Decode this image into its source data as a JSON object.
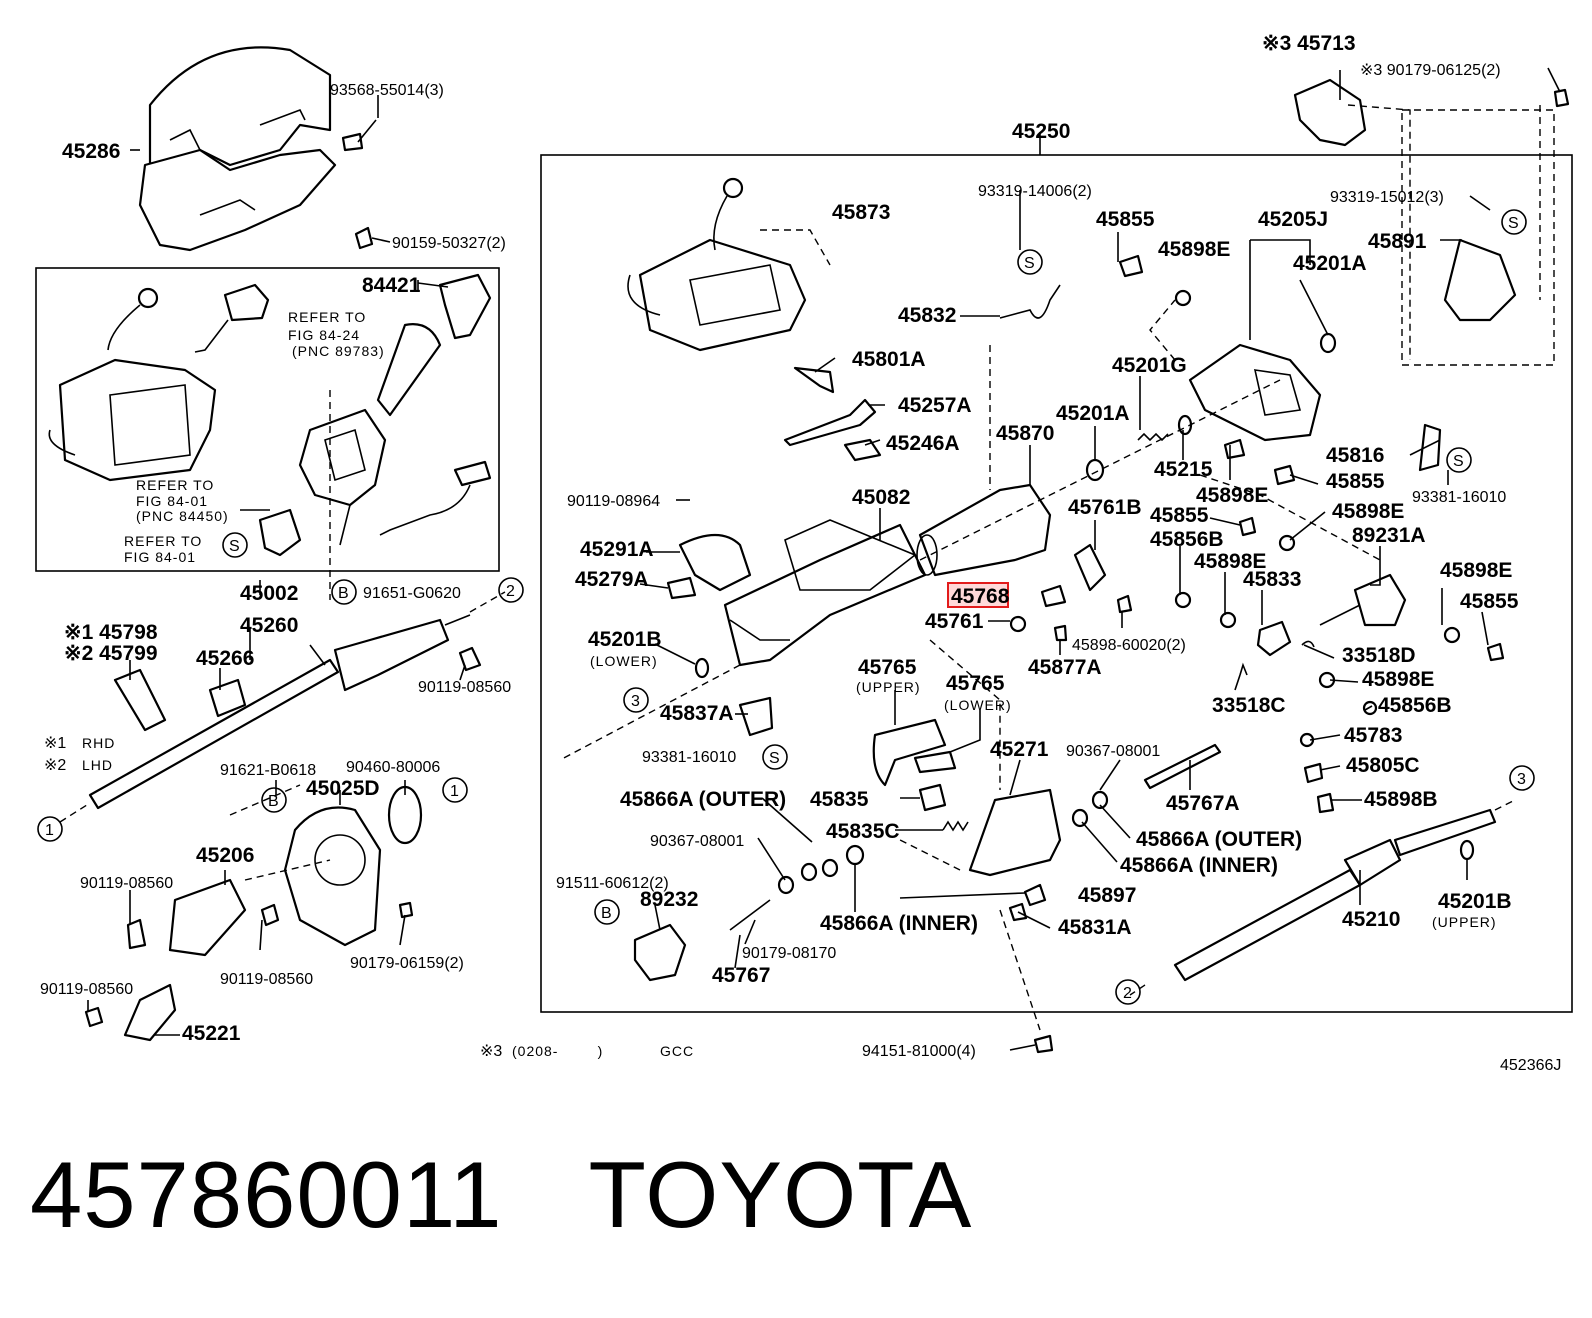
{
  "highlighted_part": "45768",
  "footer": {
    "part_number": "457860011",
    "brand": "TOYOTA"
  },
  "diagram_code": "452366J",
  "note_bottom": {
    "mark": "※3",
    "range": "(0208-        )",
    "region": "GCC"
  },
  "notes_left": [
    {
      "mark": "※1",
      "text": "RHD"
    },
    {
      "mark": "※2",
      "text": "LHD"
    }
  ],
  "refer_notes": [
    {
      "line1": "REFER TO",
      "line2": "FIG 84-24",
      "line3": "(PNC 89783)"
    },
    {
      "line1": "REFER TO",
      "line2": "FIG 84-01",
      "line3": "(PNC 84450)"
    },
    {
      "line1": "REFER TO",
      "line2": "FIG 84-01",
      "line3": ""
    }
  ],
  "callouts": [
    {
      "text": "45286"
    },
    {
      "text": "93568-55014(3)"
    },
    {
      "text": "90159-50327(2)"
    },
    {
      "text": "84421"
    },
    {
      "text": "45002"
    },
    {
      "text": "91651-G0620"
    },
    {
      "text": "※1 45798"
    },
    {
      "text": "※2 45799"
    },
    {
      "text": "45260"
    },
    {
      "text": "45266"
    },
    {
      "text": "90119-08560"
    },
    {
      "text": "91621-B0618"
    },
    {
      "text": "90460-80006"
    },
    {
      "text": "45025D"
    },
    {
      "text": "45206"
    },
    {
      "text": "90119-08560"
    },
    {
      "text": "90119-08560"
    },
    {
      "text": "90179-06159(2)"
    },
    {
      "text": "90119-08560"
    },
    {
      "text": "45221"
    },
    {
      "text": "45250"
    },
    {
      "text": "※3 45713"
    },
    {
      "text": "※3 90179-06125(2)"
    },
    {
      "text": "93319-14006(2)"
    },
    {
      "text": "45873"
    },
    {
      "text": "45855"
    },
    {
      "text": "45898E"
    },
    {
      "text": "45205J"
    },
    {
      "text": "93319-15012(3)"
    },
    {
      "text": "45891"
    },
    {
      "text": "45201A"
    },
    {
      "text": "45832"
    },
    {
      "text": "45801A"
    },
    {
      "text": "45201G"
    },
    {
      "text": "45257A"
    },
    {
      "text": "45201A"
    },
    {
      "text": "45870"
    },
    {
      "text": "45246A"
    },
    {
      "text": "45215"
    },
    {
      "text": "45816"
    },
    {
      "text": "45855"
    },
    {
      "text": "90119-08964"
    },
    {
      "text": "45082"
    },
    {
      "text": "45898E"
    },
    {
      "text": "93381-16010"
    },
    {
      "text": "45761B"
    },
    {
      "text": "45855"
    },
    {
      "text": "45898E"
    },
    {
      "text": "45291A"
    },
    {
      "text": "45856B"
    },
    {
      "text": "89231A"
    },
    {
      "text": "45279A"
    },
    {
      "text": "45898E"
    },
    {
      "text": "45833"
    },
    {
      "text": "45898E"
    },
    {
      "text": "45855"
    },
    {
      "text": "45761"
    },
    {
      "text": "45898-60020(2)"
    },
    {
      "text": "45201B"
    },
    {
      "text": "(LOWER)"
    },
    {
      "text": "33518D"
    },
    {
      "text": "45877A"
    },
    {
      "text": "45765"
    },
    {
      "text": "(UPPER)"
    },
    {
      "text": "45765"
    },
    {
      "text": "(LOWER)"
    },
    {
      "text": "45898E"
    },
    {
      "text": "45837A"
    },
    {
      "text": "45856B"
    },
    {
      "text": "33518C"
    },
    {
      "text": "45783"
    },
    {
      "text": "45271"
    },
    {
      "text": "90367-08001"
    },
    {
      "text": "93381-16010"
    },
    {
      "text": "45805C"
    },
    {
      "text": "45866A (OUTER)"
    },
    {
      "text": "45835"
    },
    {
      "text": "45767A"
    },
    {
      "text": "45898B"
    },
    {
      "text": "90367-08001"
    },
    {
      "text": "45835C"
    },
    {
      "text": "45866A (OUTER)"
    },
    {
      "text": "45866A (INNER)"
    },
    {
      "text": "91511-60612(2)"
    },
    {
      "text": "89232"
    },
    {
      "text": "45897"
    },
    {
      "text": "45866A (INNER)"
    },
    {
      "text": "45831A"
    },
    {
      "text": "45210"
    },
    {
      "text": "45201B"
    },
    {
      "text": "(UPPER)"
    },
    {
      "text": "90179-08170"
    },
    {
      "text": "45767"
    },
    {
      "text": "94151-81000(4)"
    }
  ],
  "ref_markers": {
    "S": "S",
    "B": "B",
    "one": "1",
    "two": "2",
    "three": "3"
  }
}
